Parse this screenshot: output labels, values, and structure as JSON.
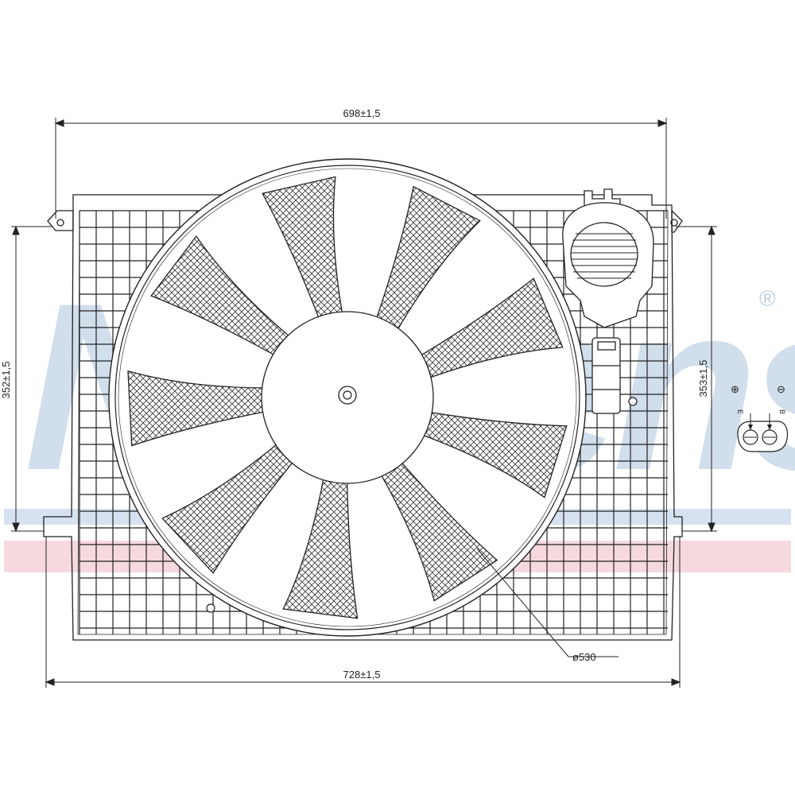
{
  "watermark": {
    "brand": "Nissens",
    "registered_mark": "®"
  },
  "dimensions": {
    "top_width": "698±1,5",
    "bottom_width": "728±1,5",
    "left_height": "352±1,5",
    "right_height": "353±1,5",
    "fan_diameter": "ø530"
  },
  "connector": {
    "positive_label": "E",
    "positive_symbol": "⊕",
    "negative_label": "B",
    "negative_symbol": "⊖"
  },
  "colors": {
    "line": "#222222",
    "watermark_blue": "#b9cde2",
    "stripe_blue": "#c5d6ea",
    "stripe_pink": "#f2c9d2"
  },
  "fan": {
    "blade_count": 9
  }
}
